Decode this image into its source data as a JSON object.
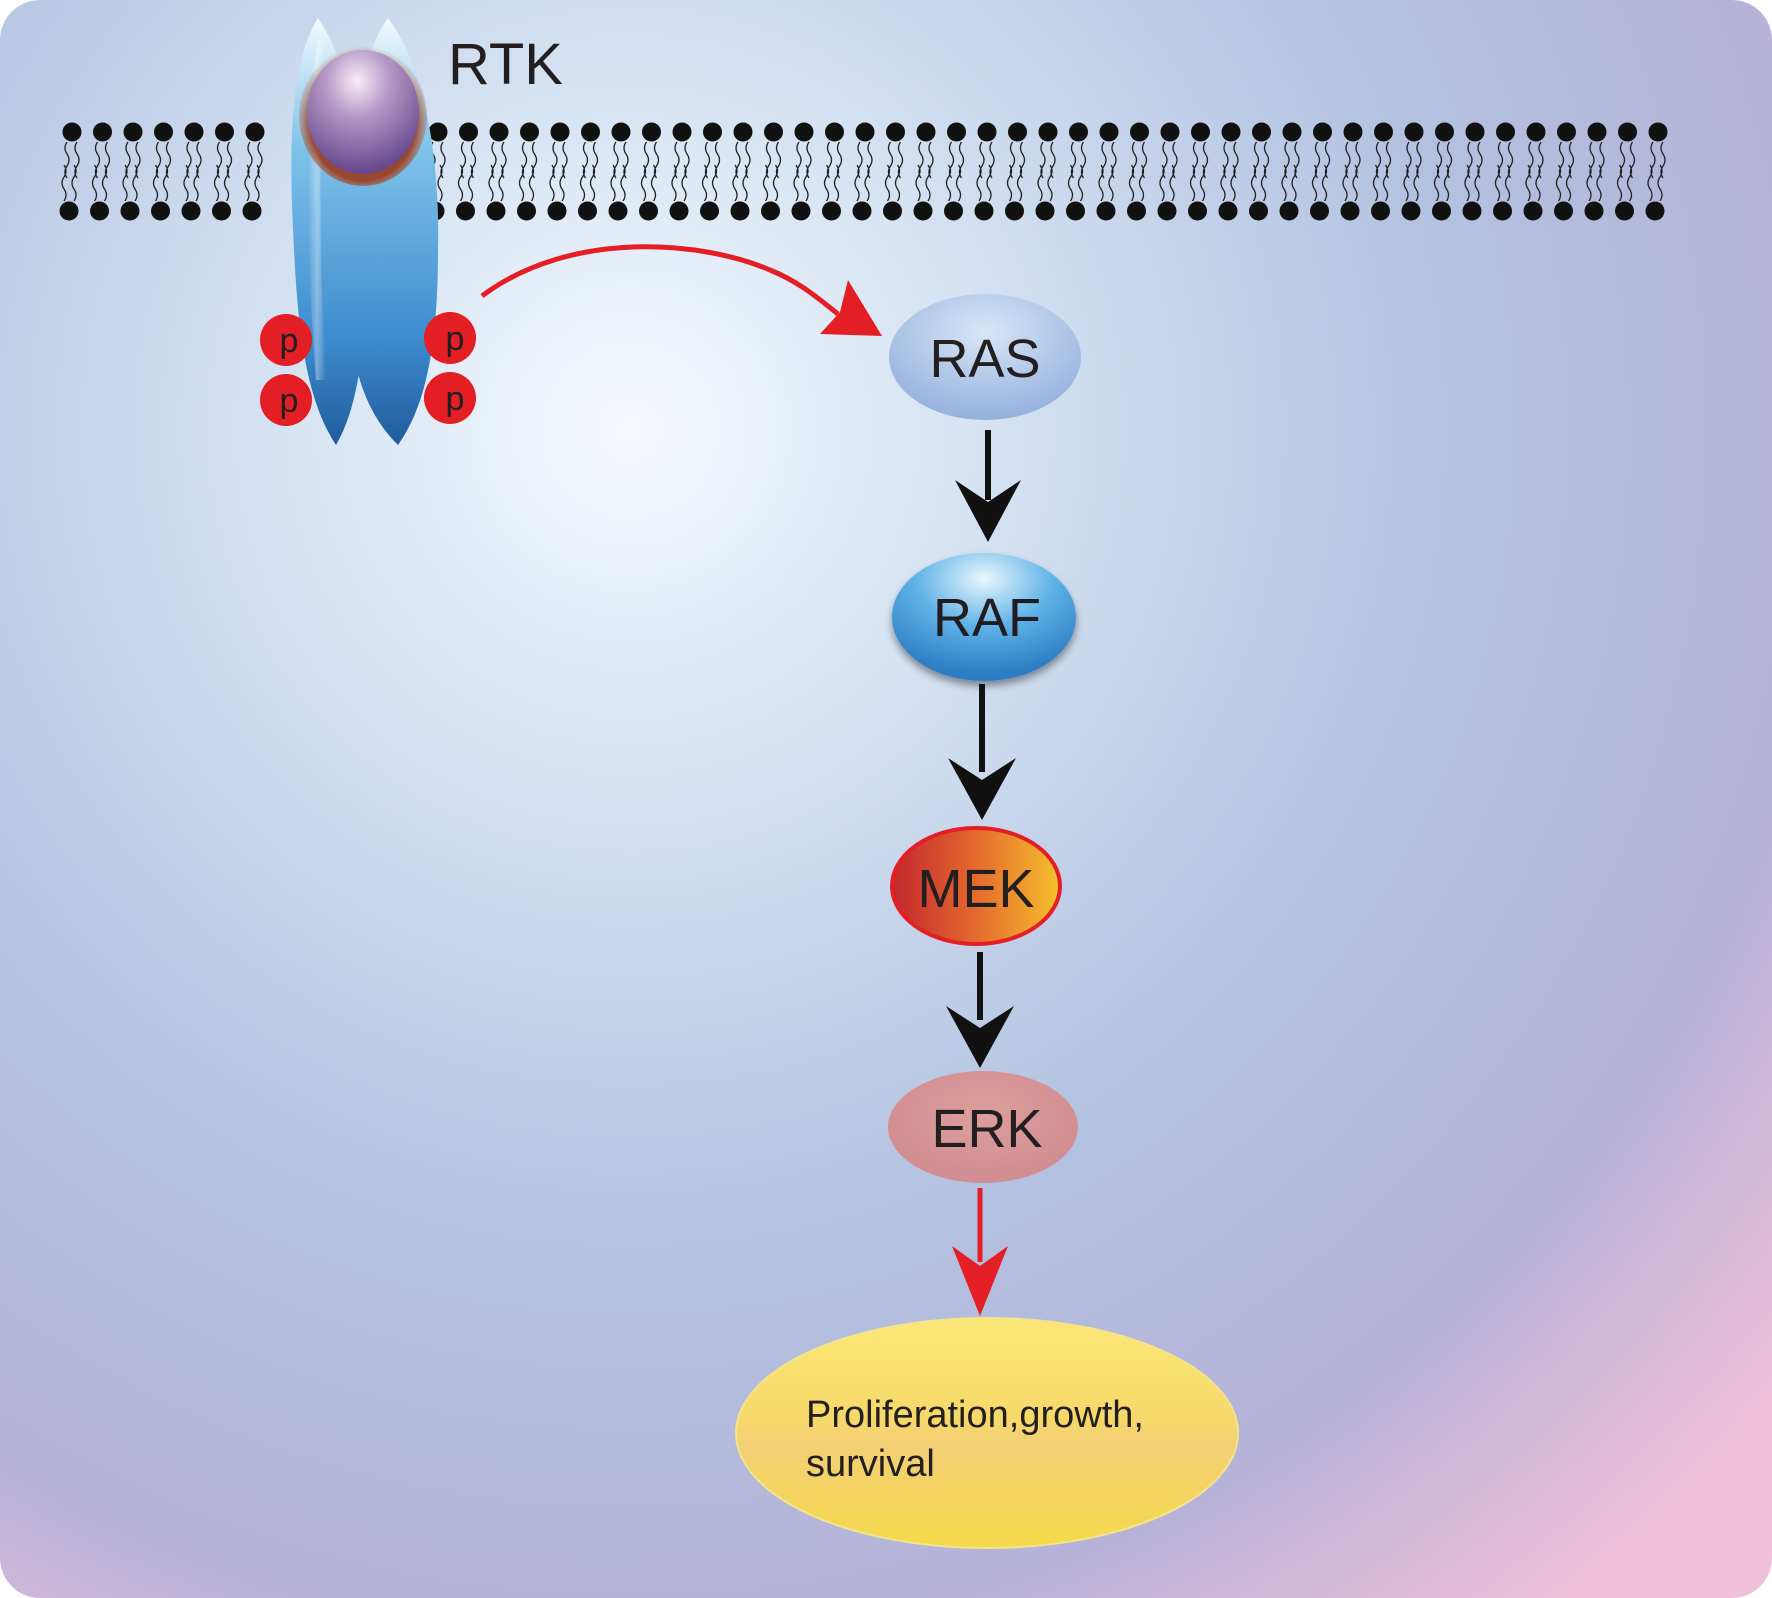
{
  "receptor": {
    "label": "RTK",
    "phospho_label": "p"
  },
  "nodes": {
    "ras": "RAS",
    "raf": "RAF",
    "mek": "MEK",
    "erk": "ERK"
  },
  "outcome": {
    "line1": "Proliferation,growth,",
    "line2": "survival"
  },
  "colors": {
    "activation_arrow": "#e31e24",
    "cascade_arrow": "#111111",
    "phospho": "#e31e24",
    "outcome_fill": "#f6dc5a"
  }
}
